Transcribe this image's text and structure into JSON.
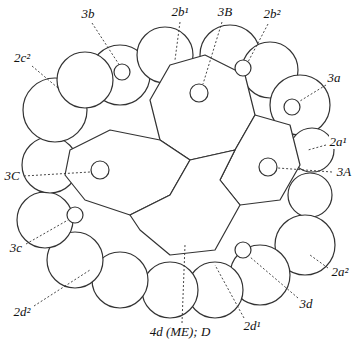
{
  "diagram": {
    "labels": [
      "3b",
      "2b¹",
      "3B",
      "2b²",
      "2c²",
      "3a",
      "3C",
      "2a¹",
      "3A",
      "3c",
      "2a²",
      "3d",
      "2d²",
      "4d (ME); D",
      "2d¹"
    ]
  }
}
